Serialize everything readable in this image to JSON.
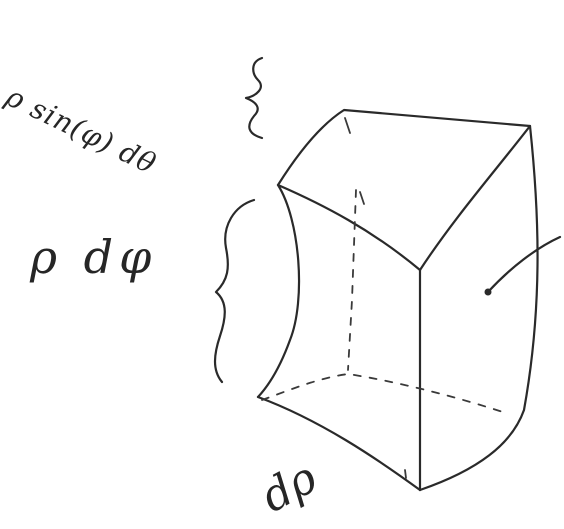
{
  "labels": {
    "top": "ρ sin(φ) dθ",
    "middle": "ρ dφ",
    "bottom": "dρ"
  }
}
